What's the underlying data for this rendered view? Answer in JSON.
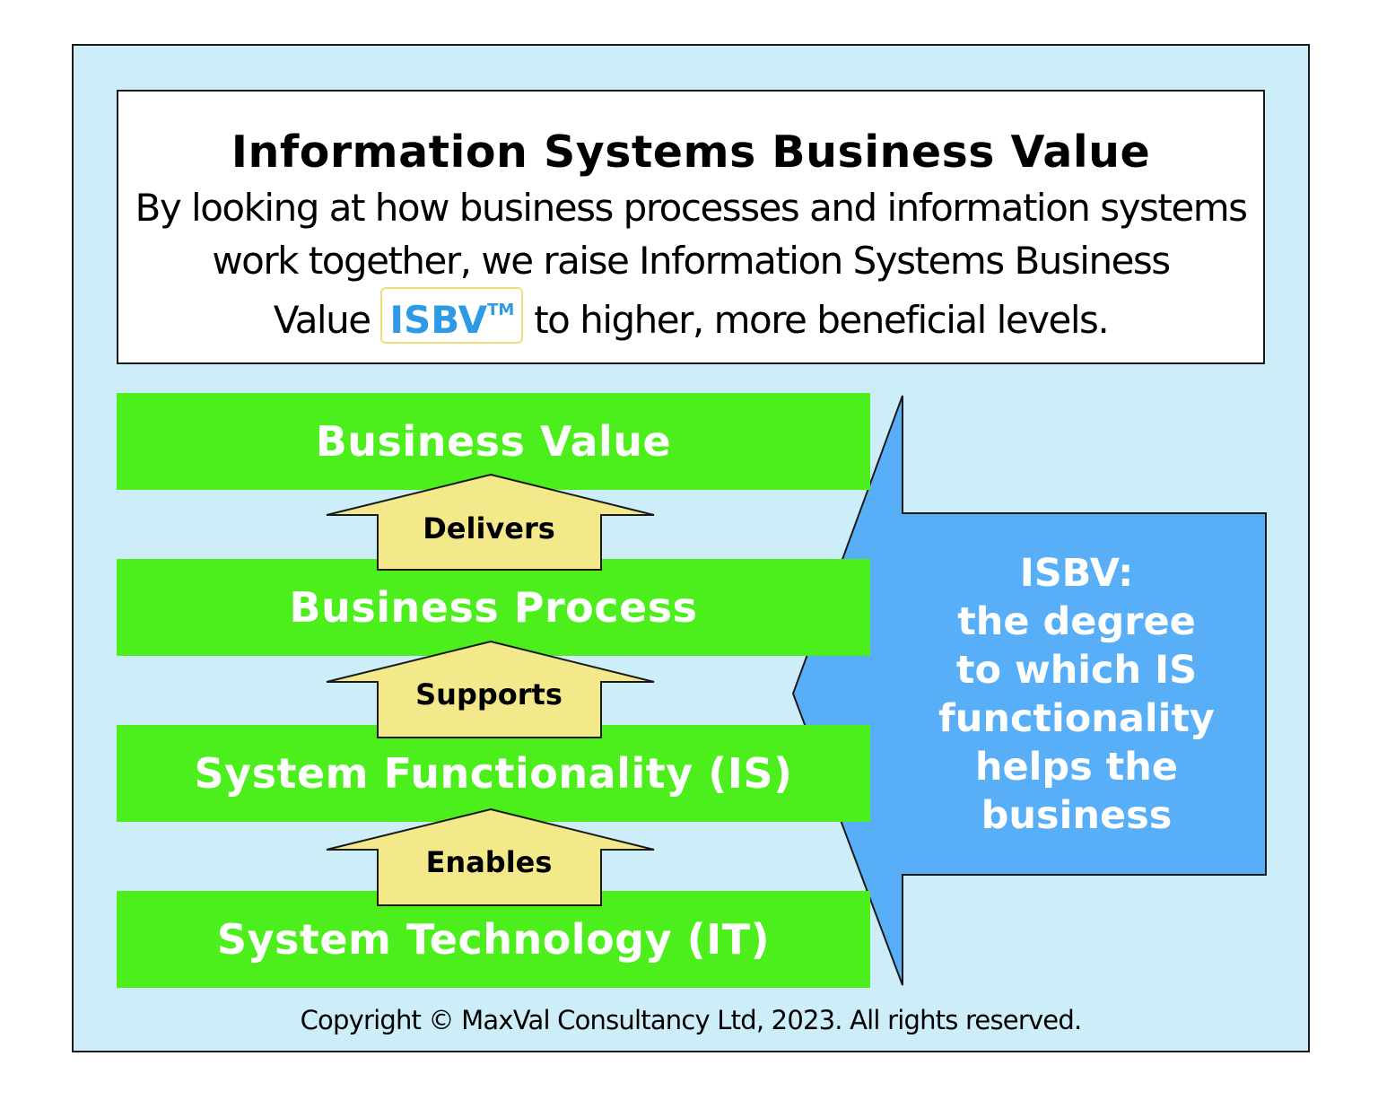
{
  "header": {
    "title": "Information Systems Business Value",
    "intro_line1": "By looking at how business processes and information systems",
    "intro_line2": "work together, we raise Information Systems Business",
    "intro_line3_start": "Value",
    "badge": "ISBV",
    "badge_tm": "TM",
    "intro_line3_end": "to higher, more beneficial levels."
  },
  "layers": [
    {
      "label": "Business Value"
    },
    {
      "label": "Business Process"
    },
    {
      "label": "System Functionality (IS)"
    },
    {
      "label": "System Technology (IT)"
    }
  ],
  "arrows": [
    {
      "label": "Delivers"
    },
    {
      "label": "Supports"
    },
    {
      "label": "Enables"
    }
  ],
  "callout": {
    "heading": "ISBV:",
    "line1": "the degree",
    "line2": "to which IS",
    "line3": "functionality",
    "line4": "helps the",
    "line5": "business"
  },
  "footer": {
    "copyright": "Copyright © MaxVal Consultancy Ltd, 2023. All rights reserved."
  },
  "colors": {
    "background_panel": "#cdeef8",
    "layer_green": "#4cee1c",
    "arrow_yellow": "#f3e98a",
    "callout_blue": "#58aef7",
    "badge_blue": "#2e9ae6"
  }
}
